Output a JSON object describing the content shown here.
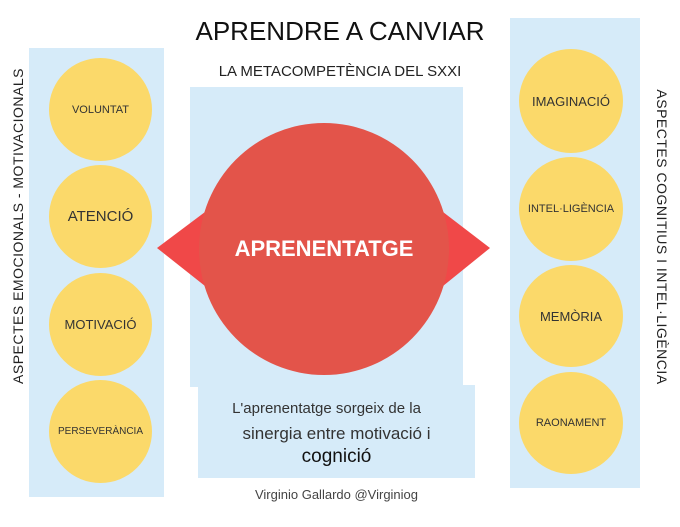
{
  "header": {
    "title": "APRENDRE A CANVIAR",
    "subtitle": "LA METACOMPETÈNCIA DEL SXXI"
  },
  "left": {
    "label": "ASPECTES EMOCIONALS - MOTIVACIONALS",
    "items": [
      "VOLUNTAT",
      "ATENCIÓ",
      "MOTIVACIÓ",
      "PERSEVERÀNCIA"
    ]
  },
  "right": {
    "label": "ASPECTES COGNITIUS I INTEL·LIGÈNCIA",
    "items": [
      "IMAGINACIÓ",
      "INTEL·LIGÈNCIA",
      "MEMÒRIA",
      "RAONAMENT"
    ]
  },
  "center": {
    "label": "APRENENTATGE",
    "message": [
      "L'aprenentatge sorgeix de la",
      "sinergia entre motivació i",
      "cognició"
    ]
  },
  "credit": "Virginio Gallardo @Virginiog",
  "colors": {
    "panel": "#d6ebf9",
    "circle": "#fbd96a",
    "core": "#e3544a",
    "arrow": "#f04848"
  }
}
